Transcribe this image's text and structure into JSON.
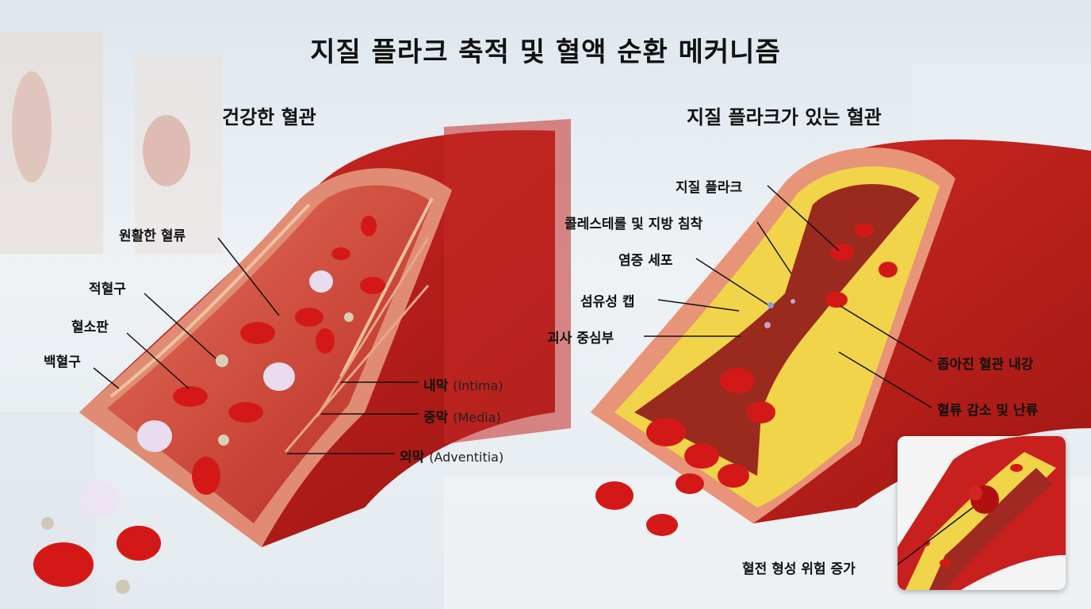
{
  "title": "지질 플라크 축적 및 혈액 순환 메커니즘",
  "left_panel": {
    "subtitle": "건강한 혈관",
    "labels": {
      "flow": "원활한 혈류",
      "rbc": "적혈구",
      "platelet": "혈소판",
      "wbc": "백혈구",
      "intima": "내막",
      "intima_en": "(Intima)",
      "media": "중막",
      "media_en": "(Media)",
      "adventitia": "외막",
      "adventitia_en": "(Adventitia)"
    }
  },
  "right_panel": {
    "subtitle": "지질 플라크가 있는 혈관",
    "labels": {
      "plaque": "지질 플라크",
      "cholesterol": "콜레스테롤 및 지방 침착",
      "inflammatory": "염증 세포",
      "fibrous_cap": "섬유성 캡",
      "necrotic_core": "괴사 중심부",
      "narrowed_lumen": "좁아진 혈관 내강",
      "turbulence": "혈류 감소 및 난류",
      "thrombosis": "혈전 형성 위험 증가"
    }
  },
  "colors": {
    "vessel_red": "#c8201e",
    "vessel_dark": "#8e1010",
    "vessel_inner": "#d9473a",
    "plaque_yellow": "#f2d44a",
    "rbc_red": "#d41818",
    "wbc_purple": "#e9dcef"
  }
}
